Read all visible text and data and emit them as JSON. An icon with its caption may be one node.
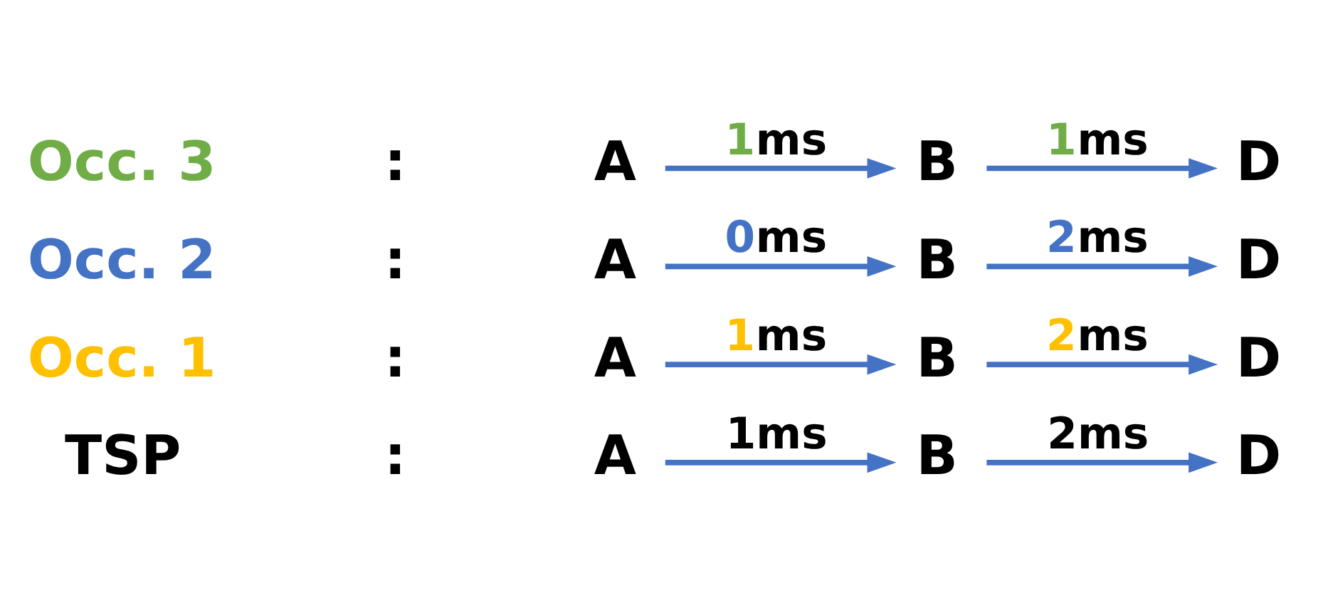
{
  "diagram": {
    "nodes": [
      {
        "text": [
          "A"
        ]
      },
      {
        "text": [
          "B"
        ]
      },
      {
        "text": [
          "D"
        ]
      },
      {
        "text": [
          "A"
        ]
      },
      {
        "text": [
          "B"
        ]
      },
      {
        "text": [
          "D"
        ]
      },
      {
        "text": [
          "A"
        ]
      },
      {
        "text": [
          "B"
        ]
      },
      {
        "text": [
          "D"
        ]
      },
      {
        "text": [
          "A"
        ]
      },
      {
        "text": [
          "B"
        ]
      },
      {
        "text": [
          "D"
        ]
      }
    ],
    "edges": [
      {
        "from": 0,
        "to": 1,
        "arrow": "to",
        "label": "1ms"
      },
      {
        "from": 1,
        "to": 2,
        "arrow": "to",
        "label": "2ms"
      },
      {
        "from": 3,
        "to": 4,
        "arrow": "to",
        "label": "1ms"
      },
      {
        "from": 4,
        "to": 5,
        "arrow": "to",
        "label": "2ms"
      },
      {
        "from": 6,
        "to": 7,
        "arrow": "to",
        "label": "0ms"
      },
      {
        "from": 7,
        "to": 8,
        "arrow": "to",
        "label": "2ms"
      },
      {
        "from": 9,
        "to": 10,
        "arrow": "to",
        "label": "1ms"
      },
      {
        "from": 10,
        "to": 11,
        "arrow": "to",
        "label": "1ms"
      }
    ],
    "labels": [
      "TSP",
      ":",
      "Occ. 1",
      ":",
      "Occ. 2",
      ":",
      "Occ. 3",
      ":"
    ]
  }
}
